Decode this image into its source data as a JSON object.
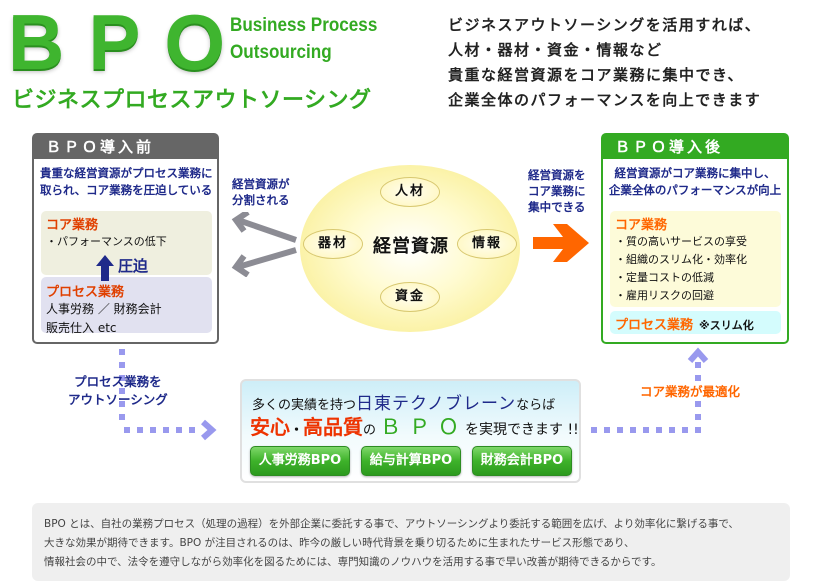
{
  "header": {
    "logo": "BPO",
    "english_title": [
      "Business Process",
      "Outsourcing"
    ],
    "katakana_title": "ビジネスプロセスアウトソーシング",
    "intro_lines": [
      "ビジネスアウトソーシングを活用すれば、",
      "人材・器材・資金・情報など",
      "貴重な経営資源をコア業務に集中でき、",
      "企業全体のパフォーマンスを向上できます"
    ]
  },
  "before": {
    "title": "ＢＰＯ導入前",
    "description": [
      "貴重な経営資源がプロセス業務に",
      "取られ、コア業務を圧迫している"
    ],
    "core": {
      "title": "コア業務",
      "items": [
        "・パフォーマンスの低下"
      ]
    },
    "pressure_label": "圧迫",
    "process": {
      "title": "プロセス業務",
      "items": [
        "人事労務 ／ 財務会計",
        "販売仕入 etc"
      ]
    }
  },
  "center": {
    "split_label": [
      "経営資源が",
      "分割される"
    ],
    "focus_label": [
      "経営資源を",
      "コア業務に",
      "集中できる"
    ],
    "main": "経営資源",
    "resources": {
      "top": "人材",
      "left": "器材",
      "right": "情報",
      "bottom": "資金"
    }
  },
  "after": {
    "title": "ＢＰＯ導入後",
    "description": [
      "経営資源がコア業務に集中し、",
      "企業全体のパフォーマンスが向上"
    ],
    "core": {
      "title": "コア業務",
      "items": [
        "・質の高いサービスの享受",
        "・組織のスリム化・効率化",
        "・定量コストの低減",
        "・雇用リスクの回避"
      ]
    },
    "process": {
      "title": "プロセス業務",
      "note": "※スリム化"
    }
  },
  "flow": {
    "outsource_label": [
      "プロセス業務を",
      "アウトソーシング"
    ],
    "optimize_label": "コア業務が最適化"
  },
  "promo": {
    "line1_prefix": "多くの実績を持つ",
    "brand": "日東テクノブレーン",
    "line1_suffix": "ならば",
    "safe": "安心",
    "dot": "・",
    "quality": "高品質",
    "no": "の",
    "bpo": "ＢＰＯ",
    "line2_suffix": "を実現できます !!",
    "services": [
      "人事労務BPO",
      "給与計算BPO",
      "財務会計BPO"
    ]
  },
  "footer": {
    "lines": [
      "BPO とは、自社の業務プロセス（処理の過程）を外部企業に委託する事で、アウトソーシングより委託する範囲を広げ、より効率化に繋げる事で、",
      "大きな効果が期待できます。BPO が注目されるのは、昨今の厳しい時代背景を乗り切るために生まれたサービス形態であり、",
      "情報社会の中で、法令を遵守しながら効率化を図るためには、専門知識のノウハウを活用する事で早い改善が期待できるからです。"
    ]
  },
  "colors": {
    "brand_green": "#33aa22",
    "navy": "#1f2a8a",
    "accent_orange": "#ff6600",
    "gray": "#666666",
    "dots": "#9999ff"
  }
}
